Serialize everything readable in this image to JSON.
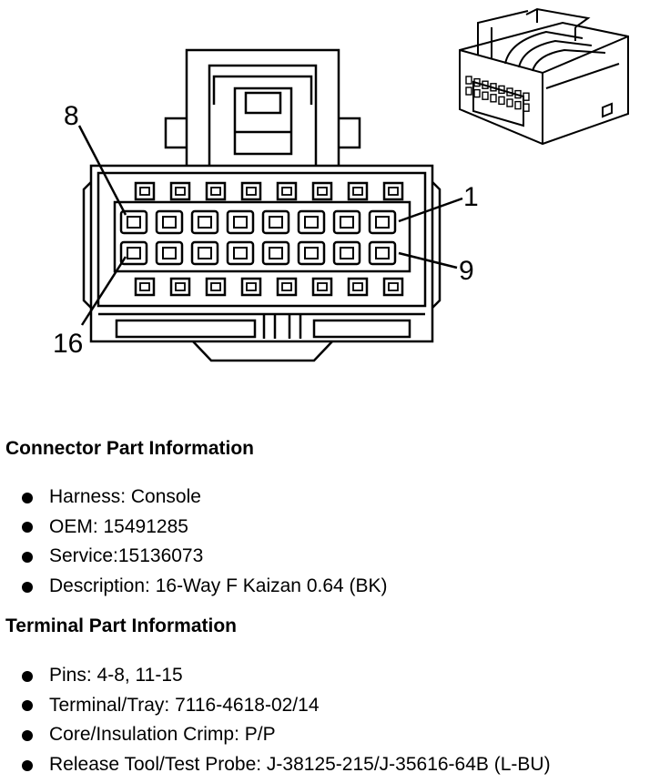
{
  "diagram": {
    "pin_labels": {
      "pin_1": "1",
      "pin_8": "8",
      "pin_9": "9",
      "pin_16": "16"
    }
  },
  "connector": {
    "heading": "Connector Part Information",
    "items": [
      "Harness: Console",
      "OEM: 15491285",
      "Service:15136073",
      "Description: 16-Way F Kaizan 0.64 (BK)"
    ]
  },
  "terminal": {
    "heading": "Terminal Part Information",
    "items": [
      "Pins: 4-8, 11-15",
      "Terminal/Tray: 7116-4618-02/14",
      "Core/Insulation Crimp: P/P",
      "Release Tool/Test Probe: J-38125-215/J-35616-64B (L-BU)"
    ]
  }
}
